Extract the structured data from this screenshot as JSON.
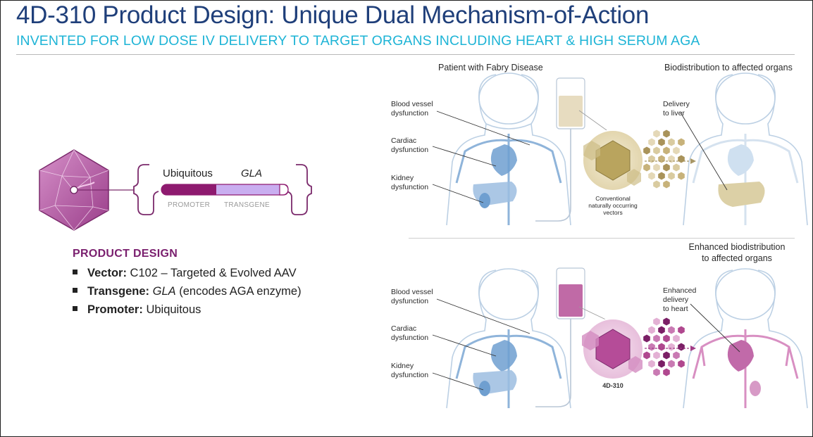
{
  "header": {
    "title": "4D-310 Product Design: Unique Dual Mechanism-of-Action",
    "subtitle": "INVENTED FOR LOW DOSE IV DELIVERY TO TARGET ORGANS INCLUDING HEART & HIGH SERUM AGA"
  },
  "construct": {
    "promoter_name": "Ubiquitous",
    "transgene_name": "GLA",
    "promoter_label": "PROMOTER",
    "transgene_label": "TRANSGENE"
  },
  "product_design": {
    "heading": "PRODUCT DESIGN",
    "items": [
      {
        "key": "Vector:",
        "value": "C102 – Targeted & Evolved AAV"
      },
      {
        "key": "Transgene:",
        "value_italic": "GLA",
        "value": " (encodes AGA enzyme)"
      },
      {
        "key": "Promoter:",
        "value": "Ubiquitous"
      }
    ]
  },
  "panel_top": {
    "left_header": "Patient with Fabry Disease",
    "right_header": "Biodistribution to affected organs",
    "blood_line1": "Blood vessel",
    "blood_line2": "dysfunction",
    "cardiac_line1": "Cardiac",
    "cardiac_line2": "dysfunction",
    "kidney_line1": "Kidney",
    "kidney_line2": "dysfunction",
    "delivery_line1": "Delivery",
    "delivery_line2": "to liver",
    "vector_line1": "Conventional",
    "vector_line2": "naturally occurring",
    "vector_line3": "vectors"
  },
  "panel_bottom": {
    "right_header_line1": "Enhanced biodistribution",
    "right_header_line2": "to affected organs",
    "blood_line1": "Blood vessel",
    "blood_line2": "dysfunction",
    "cardiac_line1": "Cardiac",
    "cardiac_line2": "dysfunction",
    "kidney_line1": "Kidney",
    "kidney_line2": "dysfunction",
    "delivery_line1": "Enhanced",
    "delivery_line2": "delivery",
    "delivery_line3": "to heart",
    "vector_label": "4D-310"
  },
  "colors": {
    "title": "#1f3f7a",
    "subtitle": "#1eb4d6",
    "purple": "#8e1a6f",
    "magenta": "#b85aa4",
    "tan": "#c9b684",
    "blue_organ": "#6f9fd0"
  }
}
